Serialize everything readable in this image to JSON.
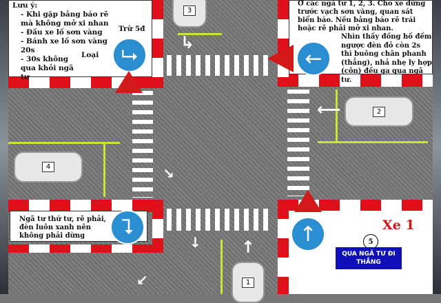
{
  "top_left_note": {
    "heading": "Lưu ý:",
    "items": [
      "- Khi gặp bảng báo rẽ mà không mở xi nhan",
      "- Đầu xe lố sơn vàng",
      "- Bánh xe lố sơn vàng 20s"
    ],
    "penalty_label": "Trừ 5đ",
    "fail_item": "- 30s không qua khỏi ngã tư",
    "fail_label": "Loại"
  },
  "top_right_note": {
    "para1": "Ở các ngã tư 1, 2, 3. Cho xe dừng trước vạch sơn vàng, quan sát biển báo. Nếu bảng báo rẽ trái hoặc rẽ phải mở xi nhan.",
    "para2": "Nhìn thấy đồng hồ đếm ngược đèn đỏ còn 2s thì buông chân phanh (thẳng), nhả nhẹ ly hợp (côn) đều ga qua ngã tư."
  },
  "bottom_left_note": "Ngã tư thứ tư, rẽ phải, đèn luôn xanh nên không phải dừng",
  "bottom_right": {
    "vehicle_label": "Xe 1",
    "step_number": "5",
    "step_title": "QUA NGÃ TƯ ĐI THẲNG"
  },
  "cars": [
    "1",
    "2",
    "3",
    "4"
  ],
  "colors": {
    "curb_red": "#e0101a",
    "sign_blue": "#2a8ed0",
    "stop_line": "#c6e63a",
    "title_red": "#d01818",
    "step_box": "#1010b8"
  }
}
